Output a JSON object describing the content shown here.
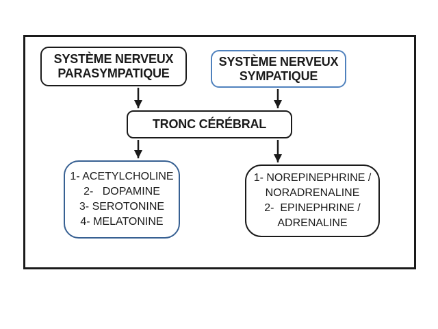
{
  "diagram": {
    "nodes": {
      "parasympathetic": {
        "lines": [
          "SYSTÈME NERVEUX",
          "PARASYMPATIQUE"
        ]
      },
      "sympathetic": {
        "lines": [
          "SYSTÈME NERVEUX",
          "SYMPATIQUE"
        ]
      },
      "brainstem": {
        "label": "TRONC CÉRÉBRAL"
      },
      "parasympathetic_transmitters": {
        "lines": [
          "1- ACETYLCHOLINE",
          "2-   DOPAMINE",
          "3- SEROTONINE",
          "4- MELATONINE"
        ]
      },
      "sympathetic_transmitters": {
        "lines": [
          "1- NOREPINEPHRINE /",
          "NORADRENALINE",
          "2-  EPINEPHRINE /",
          "ADRENALINE"
        ]
      }
    },
    "colors": {
      "ink": "#1a1a1a",
      "blue_light": "#4f81bd",
      "blue_dark": "#376092"
    }
  }
}
